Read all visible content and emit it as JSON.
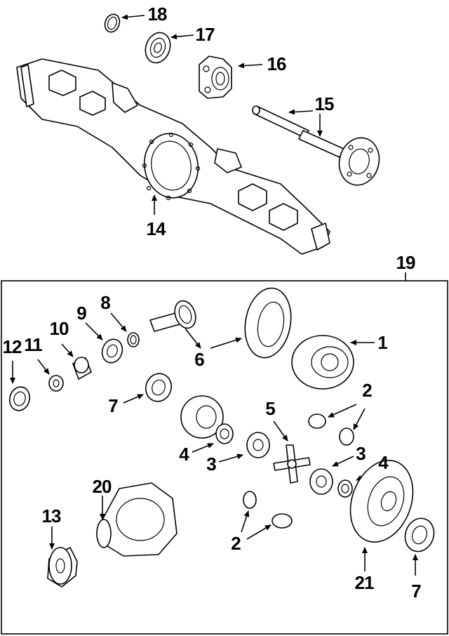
{
  "callouts": [
    {
      "id": "c18",
      "label": "18"
    },
    {
      "id": "c17",
      "label": "17"
    },
    {
      "id": "c16",
      "label": "16"
    },
    {
      "id": "c15",
      "label": "15"
    },
    {
      "id": "c14",
      "label": "14"
    },
    {
      "id": "c19",
      "label": "19"
    },
    {
      "id": "c1",
      "label": "1"
    },
    {
      "id": "c2a",
      "label": "2"
    },
    {
      "id": "c3a",
      "label": "3"
    },
    {
      "id": "c4a",
      "label": "4"
    },
    {
      "id": "c5",
      "label": "5"
    },
    {
      "id": "c6",
      "label": "6"
    },
    {
      "id": "c7a",
      "label": "7"
    },
    {
      "id": "c8",
      "label": "8"
    },
    {
      "id": "c9",
      "label": "9"
    },
    {
      "id": "c10",
      "label": "10"
    },
    {
      "id": "c11",
      "label": "11"
    },
    {
      "id": "c12",
      "label": "12"
    },
    {
      "id": "c4b",
      "label": "4"
    },
    {
      "id": "c3b",
      "label": "3"
    },
    {
      "id": "c20",
      "label": "20"
    },
    {
      "id": "c13",
      "label": "13"
    },
    {
      "id": "c2b",
      "label": "2"
    },
    {
      "id": "c21",
      "label": "21"
    },
    {
      "id": "c7b",
      "label": "7"
    }
  ]
}
